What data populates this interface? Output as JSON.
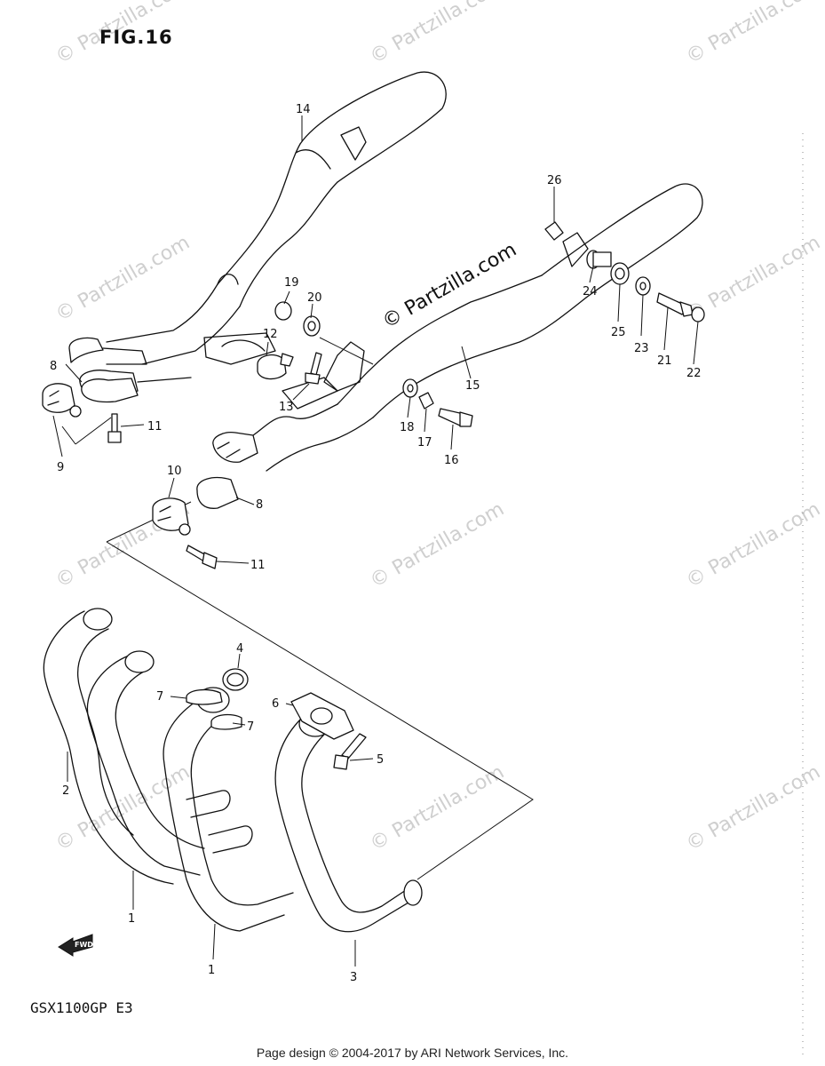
{
  "figure_label": "FIG.16",
  "model_code": "GSX1100GP  E3",
  "footer_text": "Page design © 2004-2017 by ARI Network Services, Inc.",
  "watermark_main": "© Partzilla.com",
  "watermark_faint": "© Partzilla.com",
  "fwd_label": "FWD",
  "callouts": [
    "14",
    "26",
    "19",
    "20",
    "12",
    "24",
    "25",
    "23",
    "21",
    "22",
    "8",
    "15",
    "13",
    "18",
    "17",
    "16",
    "11",
    "9",
    "10",
    "8",
    "11",
    "4",
    "7",
    "6",
    "7",
    "5",
    "2",
    "1",
    "1",
    "3"
  ]
}
